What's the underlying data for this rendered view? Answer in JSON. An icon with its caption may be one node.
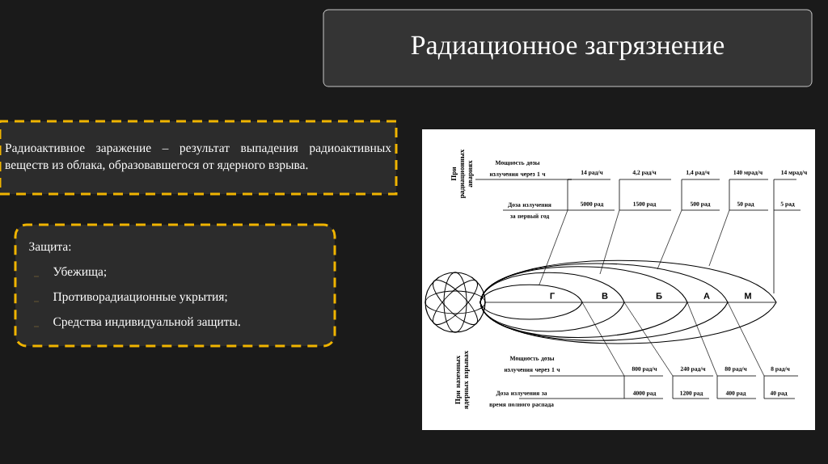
{
  "diagram": {
    "title": "Радиационное загрязнение",
    "nodes": [
      {
        "text": [
          "Радиоактивное заражение – результат выпадения радиоактивных веществ из облака, образовавшегося от ядерного взрыва."
        ]
      },
      {
        "text": [
          "Защита:",
          "Убежища;",
          "Противорадиационные укрытия;",
          "Средства индивидуальной защиты."
        ]
      }
    ],
    "labels": [
      "При радиационных авариях",
      "Мощность дозы излучения через 1 ч",
      "14 рад/ч",
      "4,2 рад/ч",
      "1,4 рад/ч",
      "140 мрад/ч",
      "14 мрад/ч",
      "Доза излучения за первый год",
      "5000 рад",
      "1500 рад",
      "500 рад",
      "50 рад",
      "5 рад",
      "Г",
      "В",
      "Б",
      "А",
      "М",
      "При наземных ядерных взрывах",
      "Мощность дозы излучения через 1 ч",
      "800 рад/ч",
      "240 рад/ч",
      "80 рад/ч",
      "8 рад/ч",
      "Доза излучения за время полного распада",
      "4000 рад",
      "1200 рад",
      "400 рад",
      "40 рад"
    ]
  }
}
